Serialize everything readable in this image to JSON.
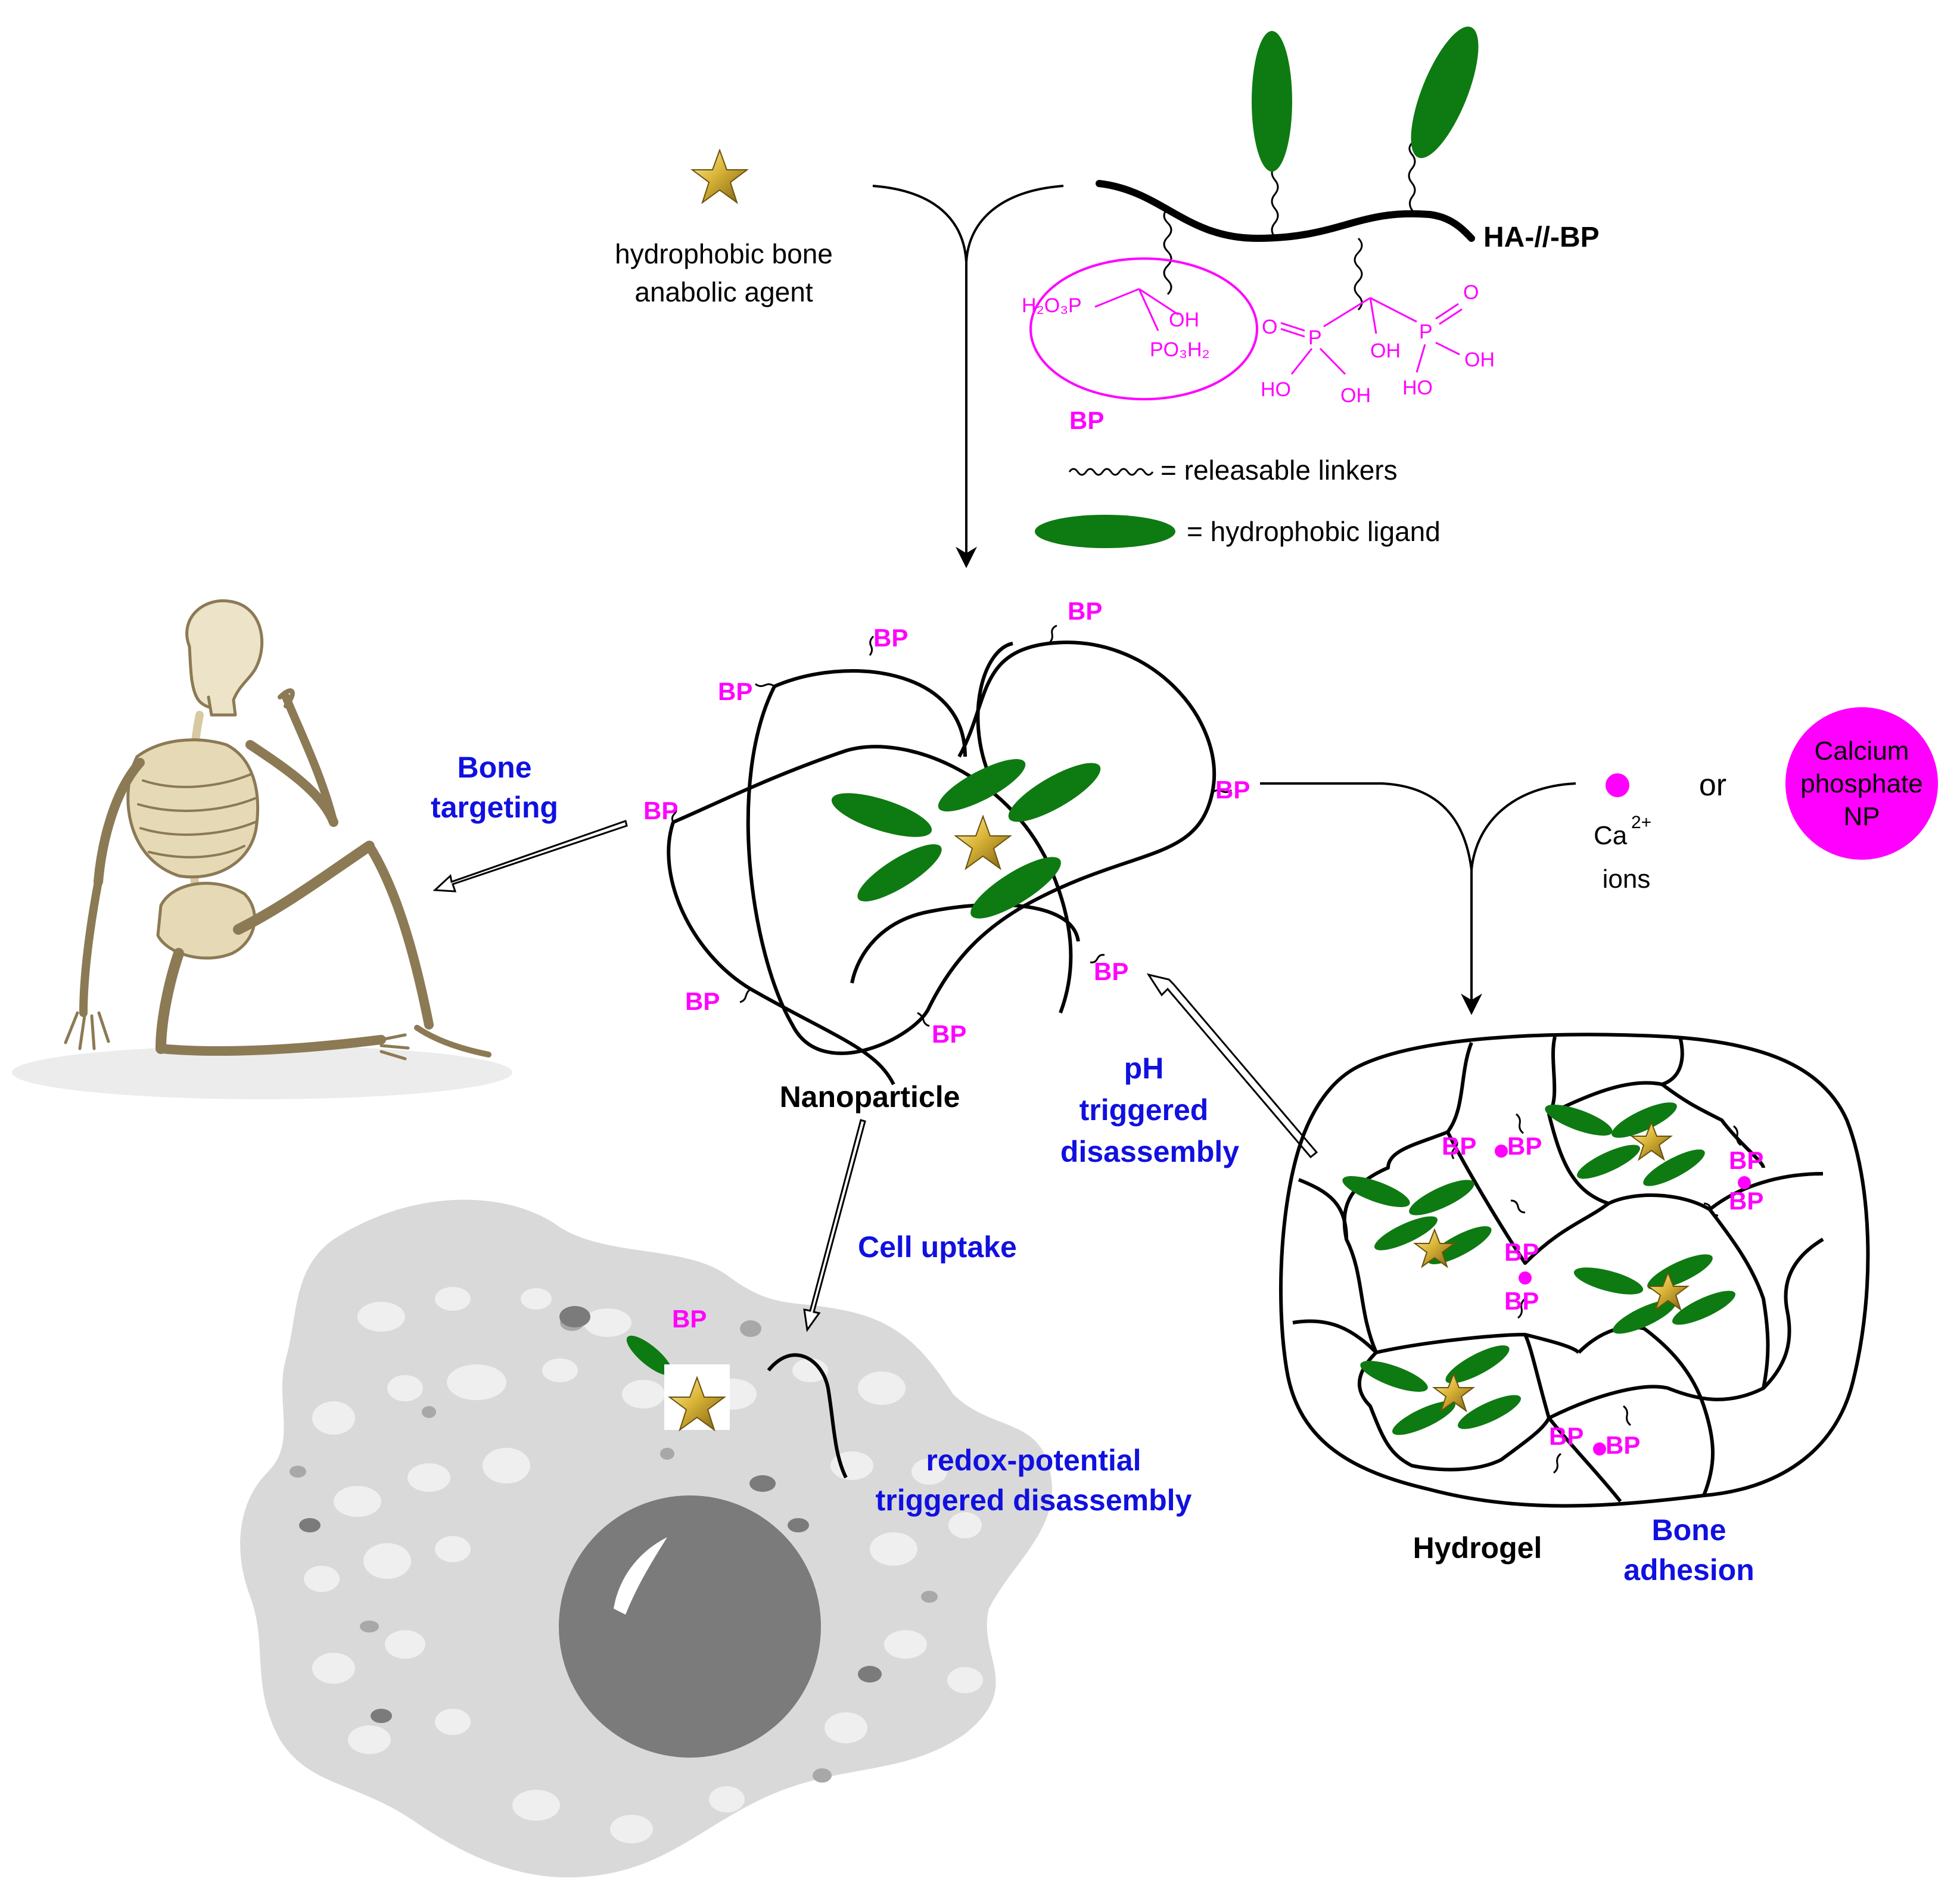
{
  "colors": {
    "bp_magenta": "#ff00ff",
    "ligand_green": "#0e7a12",
    "label_blue": "#1010e0",
    "drug_gold": "#c8a420",
    "cell_gray": "#d9d9d9",
    "nucleus_gray": "#7b7b7b"
  },
  "icons": {
    "drug": "gold-star-icon",
    "skeleton": "skeleton-illustration",
    "cell": "cell-illustration"
  },
  "drug": {
    "label_line1": "hydrophobic bone",
    "label_line2": "anabolic agent"
  },
  "polymer": {
    "label": "HA-//-BP"
  },
  "bp_structure": {
    "left_group_a": "H₂O₃P",
    "left_group_b": "OH",
    "left_group_c": "PO₃H₂",
    "bp_label": "BP",
    "o1": "O",
    "p1": "P",
    "oh_c": "OH",
    "p2": "P",
    "o2": "O",
    "ho1": "HO",
    "oh1": "OH",
    "ho2": "HO",
    "oh2": "OH"
  },
  "legend": {
    "linker_text": "= releasable linkers",
    "ligand_text": "= hydrophobic ligand"
  },
  "nanoparticle": {
    "label": "Nanoparticle",
    "bp": "BP"
  },
  "skeleton_arrow": {
    "line1": "Bone",
    "line2": "targeting"
  },
  "calcium": {
    "ion_label": "Ca",
    "ion_charge": "2+",
    "ions_word": "ions",
    "or_text": "or",
    "np_line1": "Calcium",
    "np_line2": "phosphate",
    "np_line3": "NP"
  },
  "ph_arrow": {
    "line1": "pH",
    "line2": "triggered",
    "line3": "disassembly"
  },
  "hydrogel": {
    "label": "Hydrogel",
    "bp": "BP",
    "adhesion_line1": "Bone",
    "adhesion_line2": "adhesion"
  },
  "cell": {
    "uptake_label": "Cell uptake",
    "bp": "BP",
    "redox_line1": "redox-potential",
    "redox_line2": "triggered disassembly"
  }
}
